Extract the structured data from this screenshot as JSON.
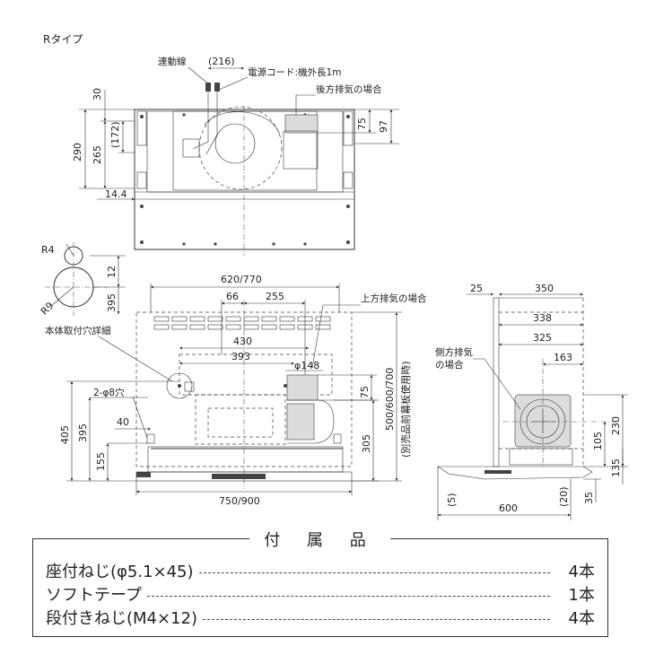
{
  "type_label": "Rタイプ",
  "top_view": {
    "renraku_label": "連動線",
    "power_label": "電源コード:機外長1m",
    "rear_exhaust_label": "後方排気の場合",
    "dims": [
      "(216)",
      "30",
      "290",
      "265",
      "(172)",
      "14.4",
      "75",
      "97"
    ]
  },
  "detail": {
    "r4": "R4",
    "r9": "R9",
    "d12": "12",
    "d395": "395",
    "label": "本体取付穴詳細"
  },
  "front_view": {
    "top_exhaust_label": "上方排気の場合",
    "hole_label": "2-φ8穴",
    "front_panel_label": "500/600/700\n(別売品前幕板使用時)",
    "dims": [
      "620/770",
      "66",
      "255",
      "430",
      "393",
      "φ148",
      "75",
      "405",
      "395",
      "40",
      "155",
      "305",
      "750/900"
    ]
  },
  "side_view": {
    "side_exhaust_label": "側方排気\nの場合",
    "dims": [
      "25",
      "350",
      "338",
      "325",
      "163",
      "230",
      "105",
      "135",
      "(5)",
      "(20)",
      "35",
      "600"
    ]
  },
  "accessories": {
    "title": "付 属 品",
    "items": [
      {
        "name": "座付ねじ(φ5.1×45)",
        "qty": "4本"
      },
      {
        "name": "ソフトテープ",
        "qty": "1本"
      },
      {
        "name": "段付きねじ(M4×12)",
        "qty": "4本"
      }
    ]
  }
}
